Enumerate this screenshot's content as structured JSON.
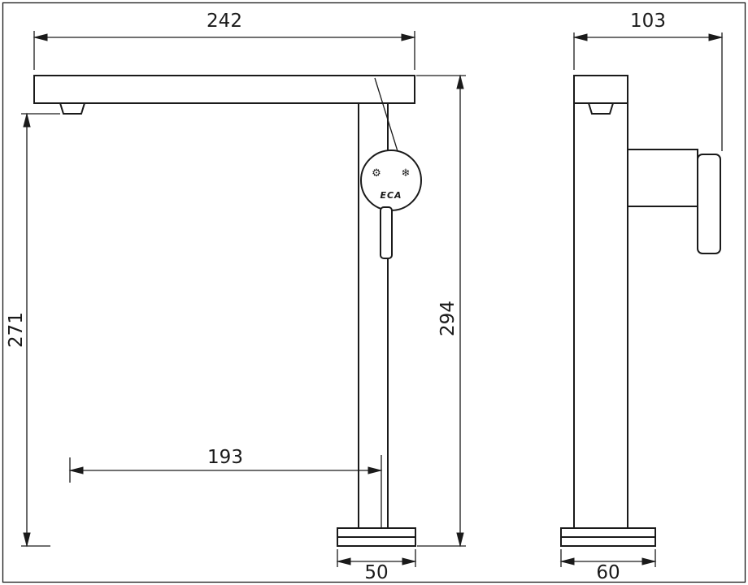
{
  "drawing": {
    "type": "technical-dimension-drawing",
    "subject": "tall basin mixer faucet, front and side views",
    "colors": {
      "line": "#1a1a1a",
      "background": "#ffffff"
    },
    "dimensions": {
      "spout_length": "242",
      "body_depth": "103",
      "spout_height": "271",
      "total_height": "294",
      "spout_reach": "193",
      "base_width_front": "50",
      "base_width_side": "60"
    },
    "badge": {
      "brand": "ECA",
      "hot_symbol": "⚙",
      "cold_symbol": "❄"
    }
  }
}
